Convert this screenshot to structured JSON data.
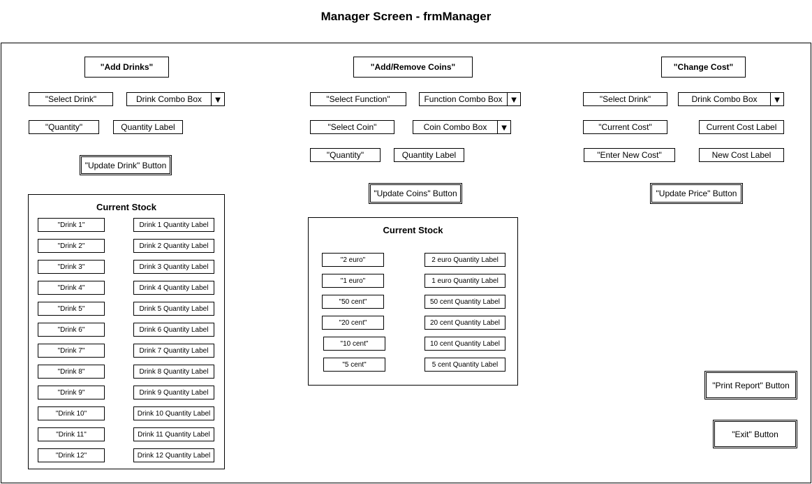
{
  "title": "Manager Screen - frmManager",
  "add_drinks": {
    "heading": "\"Add Drinks\"",
    "select_label": "\"Select Drink\"",
    "combo": "Drink Combo Box",
    "quantity_label": "\"Quantity\"",
    "quantity_value": "Quantity Label",
    "button": "\"Update Drink\" Button",
    "stock_title": "Current Stock",
    "stock": [
      {
        "name": "\"Drink 1\"",
        "value": "Drink 1 Quantity Label"
      },
      {
        "name": "\"Drink 2\"",
        "value": "Drink 2 Quantity Label"
      },
      {
        "name": "\"Drink 3\"",
        "value": "Drink 3 Quantity Label"
      },
      {
        "name": "\"Drink 4\"",
        "value": "Drink 4 Quantity Label"
      },
      {
        "name": "\"Drink 5\"",
        "value": "Drink 5 Quantity Label"
      },
      {
        "name": "\"Drink 6\"",
        "value": "Drink 6 Quantity Label"
      },
      {
        "name": "\"Drink 7\"",
        "value": "Drink 7 Quantity Label"
      },
      {
        "name": "\"Drink 8\"",
        "value": "Drink 8 Quantity Label"
      },
      {
        "name": "\"Drink 9\"",
        "value": "Drink 9 Quantity Label"
      },
      {
        "name": "\"Drink 10\"",
        "value": "Drink 10 Quantity Label"
      },
      {
        "name": "\"Drink 11\"",
        "value": "Drink 11 Quantity Label"
      },
      {
        "name": "\"Drink 12\"",
        "value": "Drink 12 Quantity Label"
      }
    ]
  },
  "coins": {
    "heading": "\"Add/Remove Coins\"",
    "select_function_label": "\"Select Function\"",
    "function_combo": "Function Combo Box",
    "select_coin_label": "\"Select Coin\"",
    "coin_combo": "Coin Combo Box",
    "quantity_label": "\"Quantity\"",
    "quantity_value": "Quantity Label",
    "button": "\"Update Coins\" Button",
    "stock_title": "Current Stock",
    "stock": [
      {
        "name": "\"2 euro\"",
        "value": "2 euro Quantity Label"
      },
      {
        "name": "\"1 euro\"",
        "value": "1 euro Quantity Label"
      },
      {
        "name": "\"50 cent\"",
        "value": "50 cent Quantity Label"
      },
      {
        "name": "\"20 cent\"",
        "value": "20 cent Quantity Label"
      },
      {
        "name": "\"10 cent\"",
        "value": "10 cent Quantity Label"
      },
      {
        "name": "\"5 cent\"",
        "value": "5 cent Quantity Label"
      }
    ]
  },
  "cost": {
    "heading": "\"Change Cost\"",
    "select_label": "\"Select Drink\"",
    "combo": "Drink Combo Box",
    "current_label": "\"Current Cost\"",
    "current_value": "Current Cost Label",
    "new_label": "\"Enter New Cost\"",
    "new_value": "New Cost Label",
    "button": "\"Update Price\" Button"
  },
  "print_button": "\"Print Report\" Button",
  "exit_button": "\"Exit\" Button",
  "icons": {
    "combo_arrow": "▼"
  }
}
